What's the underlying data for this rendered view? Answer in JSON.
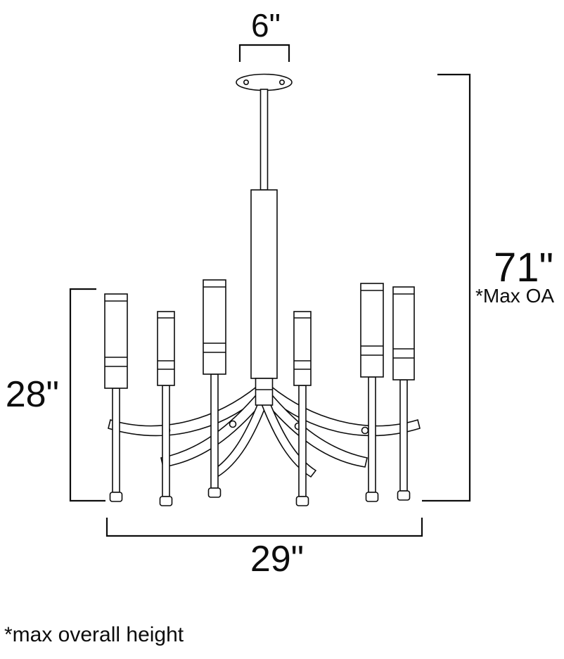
{
  "diagram": {
    "type": "chandelier-dimension-spec",
    "line_color": "#0d0d0d",
    "background": "#ffffff"
  },
  "dimensions": {
    "canopy_width": "6\"",
    "overall_height": "71\"",
    "overall_height_note": "*Max OA",
    "body_height": "28\"",
    "body_width": "29\"",
    "footnote": "*max overall height"
  }
}
